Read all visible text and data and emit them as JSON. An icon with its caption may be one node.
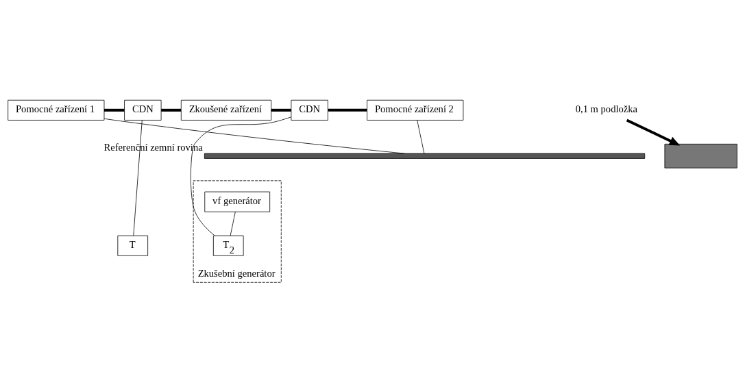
{
  "diagram": {
    "nodes": [
      {
        "text": [
          "Pomocné zařízení 1"
        ]
      },
      {
        "text": [
          "CDN"
        ]
      },
      {
        "text": [
          "Zkoušené zařízení"
        ]
      },
      {
        "text": [
          "CDN"
        ]
      },
      {
        "text": [
          "Pomocné zařízení 2"
        ]
      },
      {
        "text": [
          "Referenční zemní rovina"
        ]
      },
      {
        "text": [],
        "shape": "box"
      },
      {
        "text": [
          "0,1 m podložka"
        ]
      },
      {
        "text": [
          "T"
        ]
      },
      {
        "text": [
          "Zkušební generátor"
        ]
      },
      {
        "text": [
          "T$_{2}$"
        ],
        "in": 9
      },
      {
        "text": [
          "vf generátor"
        ],
        "in": 9
      }
    ],
    "edges": [
      {
        "from": 0,
        "to": 1,
        "arrow": "none",
        "style": "thick"
      },
      {
        "from": 1,
        "to": 2,
        "arrow": "none",
        "style": "thick"
      },
      {
        "from": 2,
        "to": 3,
        "arrow": "none",
        "style": "thick"
      },
      {
        "from": 3,
        "to": 4,
        "arrow": "none",
        "style": "thick"
      },
      {
        "from": 0,
        "to": 5,
        "arrow": "none"
      },
      {
        "from": 4,
        "to": 5,
        "arrow": "none"
      },
      {
        "from": 1,
        "to": 8,
        "arrow": "none"
      },
      {
        "from": 7,
        "to": 6,
        "arrow": "to",
        "style": "thick"
      },
      {
        "from": 3,
        "to": 10,
        "arrow": "none"
      },
      {
        "from": 11,
        "to": 10,
        "arrow": "none"
      }
    ]
  }
}
